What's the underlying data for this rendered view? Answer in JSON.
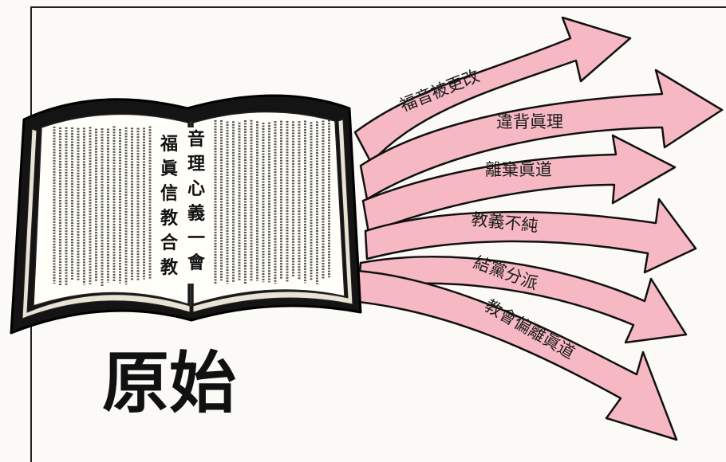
{
  "book": {
    "page_text_columns": [
      "福眞信教合教",
      "音理心義一會"
    ]
  },
  "title": "原始",
  "arrows": [
    {
      "label": "福音被更改"
    },
    {
      "label": "違背眞理"
    },
    {
      "label": "離棄眞道"
    },
    {
      "label": "教義不純"
    },
    {
      "label": "結黨分派"
    },
    {
      "label": "教會偏離眞道"
    }
  ],
  "colors": {
    "arrow_fill": "#f6b9c3",
    "arrow_stroke": "#111111",
    "book_cover": "#141414",
    "page": "#fffef8"
  }
}
